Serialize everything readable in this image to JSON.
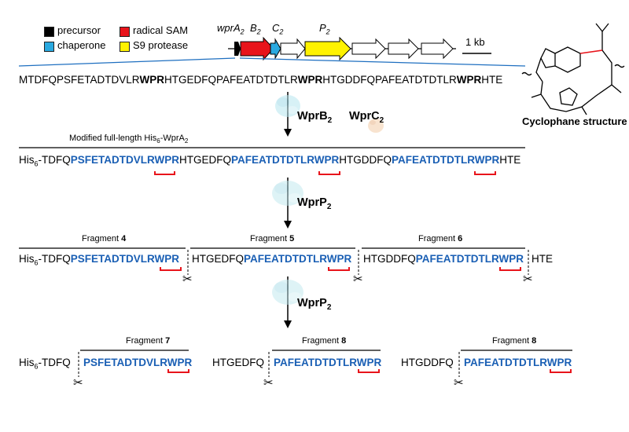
{
  "legend": {
    "items": [
      {
        "label": "precursor",
        "color": "#000000"
      },
      {
        "label": "chaperone",
        "color": "#29a9e0"
      },
      {
        "label": "radical SAM",
        "color": "#e8141b"
      },
      {
        "label": "S9 protease",
        "color": "#fff200"
      }
    ]
  },
  "gene_cluster": {
    "genes": [
      {
        "name": "wprA",
        "sub": "2",
        "color": "#000000"
      },
      {
        "name": "B",
        "sub": "2",
        "color": "#e8141b"
      },
      {
        "name": "C",
        "sub": "2",
        "color": "#29a9e0"
      },
      {
        "name": "P",
        "sub": "2",
        "color": "#fff200"
      },
      {
        "name": "",
        "sub": "",
        "color": "#ffffff"
      },
      {
        "name": "",
        "sub": "",
        "color": "#ffffff"
      },
      {
        "name": "",
        "sub": "",
        "color": "#ffffff"
      }
    ],
    "scale_bar": "1 kb"
  },
  "precursor_sequence": {
    "parts": [
      {
        "text": "MTDFQPSFETADTDVLR",
        "bold": false
      },
      {
        "text": "WPR",
        "bold": true
      },
      {
        "text": "HTGEDFQPAFEATDTDTLR",
        "bold": false
      },
      {
        "text": "WPR",
        "bold": true
      },
      {
        "text": "HTGDDFQPAFEATDTDTLR",
        "bold": false
      },
      {
        "text": "WPR",
        "bold": true
      },
      {
        "text": "HTE",
        "bold": false
      }
    ]
  },
  "structure": {
    "caption": "Cyclophane structure"
  },
  "step1": {
    "enzyme_b": "WprB",
    "enzyme_b_sub": "2",
    "enzyme_c": "WprC",
    "enzyme_c_sub": "2"
  },
  "modified": {
    "label_prefix": "Modified full-length His",
    "label_sub": "6",
    "label_suffix": "-WprA",
    "label_sub2": "2",
    "his": "His",
    "his_sub": "6",
    "parts": [
      {
        "text": "-TDFQ",
        "blue": false
      },
      {
        "text": "PSFETADTDVLRWPR",
        "blue": true
      },
      {
        "text": "HTGEDFQ",
        "blue": false
      },
      {
        "text": "PAFEATDTDTLRWPR",
        "blue": true
      },
      {
        "text": "HTGDDFQ",
        "blue": false
      },
      {
        "text": "PAFEATDTDTLRWPR",
        "blue": true
      },
      {
        "text": "HTE",
        "blue": false
      }
    ]
  },
  "step2": {
    "enzyme": "WprP",
    "enzyme_sub": "2"
  },
  "fragments_row1": {
    "labels": [
      {
        "prefix": "Fragment ",
        "num": "4"
      },
      {
        "prefix": "Fragment ",
        "num": "5"
      },
      {
        "prefix": "Fragment ",
        "num": "6"
      }
    ],
    "his": "His",
    "his_sub": "6",
    "seg1_black": "-TDFQ",
    "seg1_blue": "PSFETADTDVLRWPR",
    "seg2_black": "HTGEDFQ",
    "seg2_blue": "PAFEATDTDTLRWPR",
    "seg3_black": "HTGDDFQ",
    "seg3_blue": "PAFEATDTDTLRWPR",
    "tail": "HTE"
  },
  "step3": {
    "enzyme": "WprP",
    "enzyme_sub": "2"
  },
  "fragments_row2": {
    "labels": [
      {
        "prefix": "Fragment ",
        "num": "7"
      },
      {
        "prefix": "Fragment ",
        "num": "8"
      },
      {
        "prefix": "Fragment ",
        "num": "8"
      }
    ],
    "his": "His",
    "his_sub": "6",
    "leader1": "-TDFQ",
    "core1": "PSFETADTDVLRWPR",
    "leader2": "HTGEDFQ",
    "core2": "PAFEATDTDTLRWPR",
    "leader3": "HTGDDFQ",
    "core3": "PAFEATDTDTLRWPR"
  }
}
